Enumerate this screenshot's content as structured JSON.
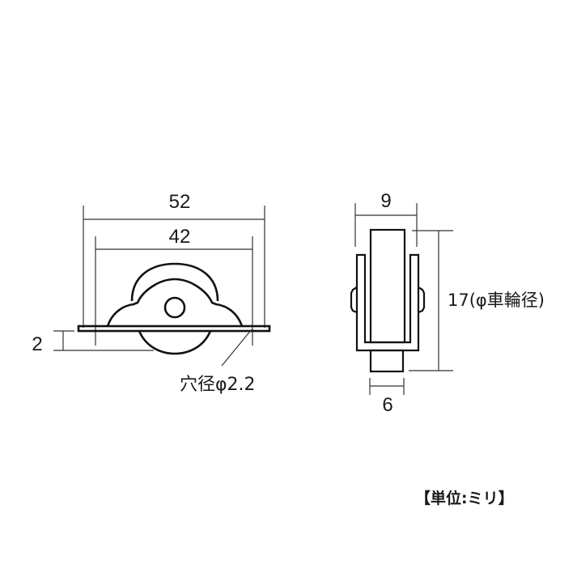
{
  "drawing": {
    "front_view": {
      "overall_width": "52",
      "hole_pitch": "42",
      "plate_thickness": "2",
      "hole_note": "穴径φ2.2"
    },
    "side_view": {
      "overall_width": "9",
      "wheel_width": "6",
      "wheel_diameter_note": "17(φ車輪径)"
    },
    "unit_note": "【単位:ミリ】"
  },
  "colors": {
    "line": "#111111",
    "background": "#ffffff"
  }
}
